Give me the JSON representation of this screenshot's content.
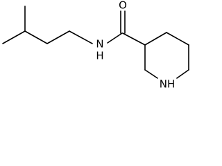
{
  "molecule": {
    "labels": {
      "carbonyl_oxygen": "O",
      "amide_nitrogen": "N",
      "amide_hydrogen": "H",
      "ring_nitrogen": "NH"
    },
    "colors": {
      "bond": "#000000",
      "text": "#000000",
      "background": "#ffffff"
    }
  }
}
